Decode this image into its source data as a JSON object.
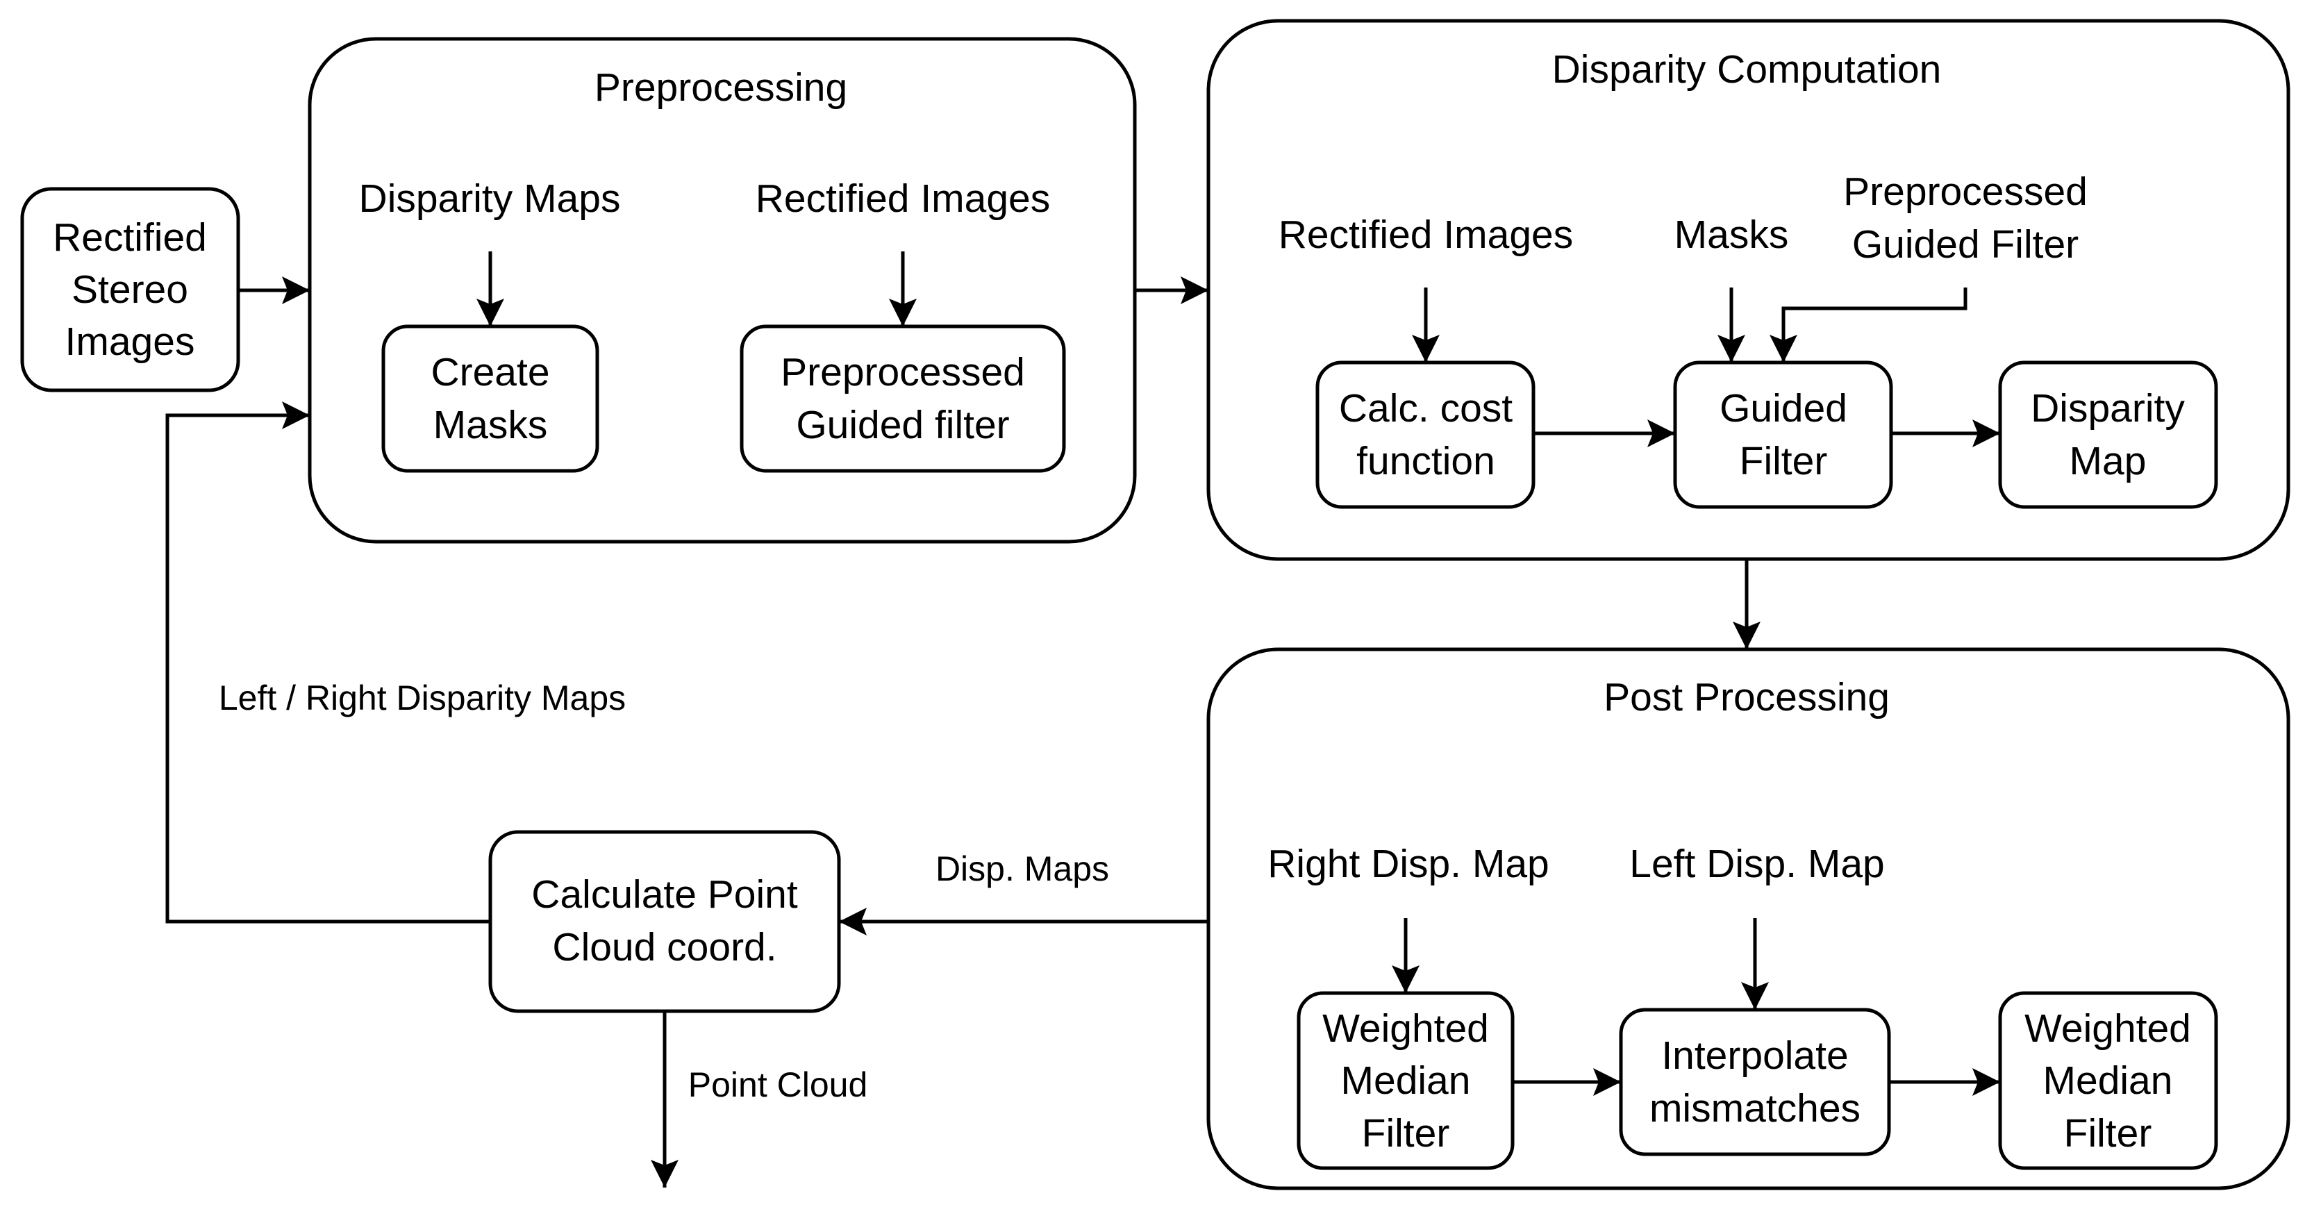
{
  "input": {
    "line1": "Rectified",
    "line2": "Stereo",
    "line3": "Images"
  },
  "preprocessing": {
    "title": "Preprocessing",
    "disparity_maps_label": "Disparity Maps",
    "rectified_images_label": "Rectified Images",
    "create_masks": {
      "line1": "Create",
      "line2": "Masks"
    },
    "preprocessed_guided_filter": {
      "line1": "Preprocessed",
      "line2": "Guided filter"
    }
  },
  "disparity_computation": {
    "title": "Disparity Computation",
    "rectified_images_label": "Rectified Images",
    "masks_label": "Masks",
    "preprocessed_label": {
      "line1": "Preprocessed",
      "line2": "Guided Filter"
    },
    "calc_cost": {
      "line1": "Calc. cost",
      "line2": "function"
    },
    "guided_filter": {
      "line1": "Guided",
      "line2": "Filter"
    },
    "disparity_map": {
      "line1": "Disparity",
      "line2": "Map"
    }
  },
  "post_processing": {
    "title": "Post Processing",
    "right_disp_label": "Right Disp. Map",
    "left_disp_label": "Left Disp. Map",
    "weighted_median_1": {
      "line1": "Weighted",
      "line2": "Median",
      "line3": "Filter"
    },
    "interpolate": {
      "line1": "Interpolate",
      "line2": "mismatches"
    },
    "weighted_median_2": {
      "line1": "Weighted",
      "line2": "Median",
      "line3": "Filter"
    }
  },
  "point_cloud_box": {
    "line1": "Calculate Point",
    "line2": "Cloud coord."
  },
  "edge_labels": {
    "left_right_disparity_maps": "Left / Right Disparity Maps",
    "disp_maps": "Disp. Maps",
    "point_cloud": "Point Cloud"
  }
}
